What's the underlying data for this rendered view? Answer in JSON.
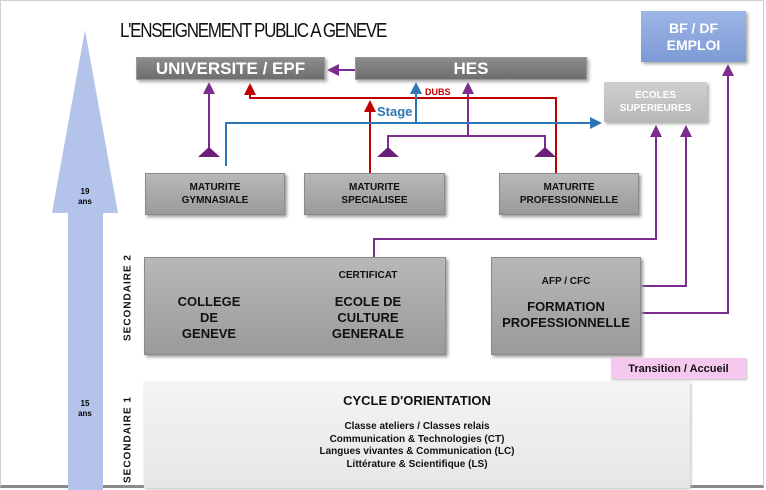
{
  "title": "L'ENSEIGNEMENT PUBLIC A GENEVE",
  "age_axis": {
    "age_19": "19",
    "age_15": "15",
    "unit": "ans"
  },
  "levels": {
    "secondaire_2": "SECONDAIRE 2",
    "secondaire_1": "SECONDAIRE 1"
  },
  "top": {
    "universite": "UNIVERSITE / EPF",
    "hes": "HES",
    "bf_df_line1": "BF / DF",
    "bf_df_line2": "EMPLOI",
    "ecoles_line1": "ECOLES",
    "ecoles_line2": "SUPERIEURES"
  },
  "links": {
    "dubs": "DUBS",
    "stage": "Stage"
  },
  "maturites": [
    {
      "line1": "MATURITE",
      "line2": "GYMNASIALE"
    },
    {
      "line1": "MATURITE",
      "line2": "SPECIALISEE"
    },
    {
      "line1": "MATURITE",
      "line2": "PROFESSIONNELLE"
    }
  ],
  "secondaire2": {
    "college": [
      "COLLEGE",
      "DE",
      "GENEVE"
    ],
    "certificat": "CERTIFICAT",
    "ecg": [
      "ECOLE DE",
      "CULTURE",
      "GENERALE"
    ],
    "afp_cfc": "AFP / CFC",
    "formation": [
      "FORMATION",
      "PROFESSIONNELLE"
    ],
    "transition": "Transition / Accueil"
  },
  "cycle": {
    "title": "CYCLE D'ORIENTATION",
    "lines": [
      "Classe ateliers / Classes relais",
      "Communication & Technologies (CT)",
      "Langues vivantes & Communication (LC)",
      "Littérature & Scientifique (LS)"
    ]
  },
  "colors": {
    "purple": "#7b2c8c",
    "red": "#c00000",
    "blue": "#2e75b6",
    "arrow": "#b4c3ea",
    "bf": "#8faadc",
    "pink": "#f6c8f0"
  }
}
